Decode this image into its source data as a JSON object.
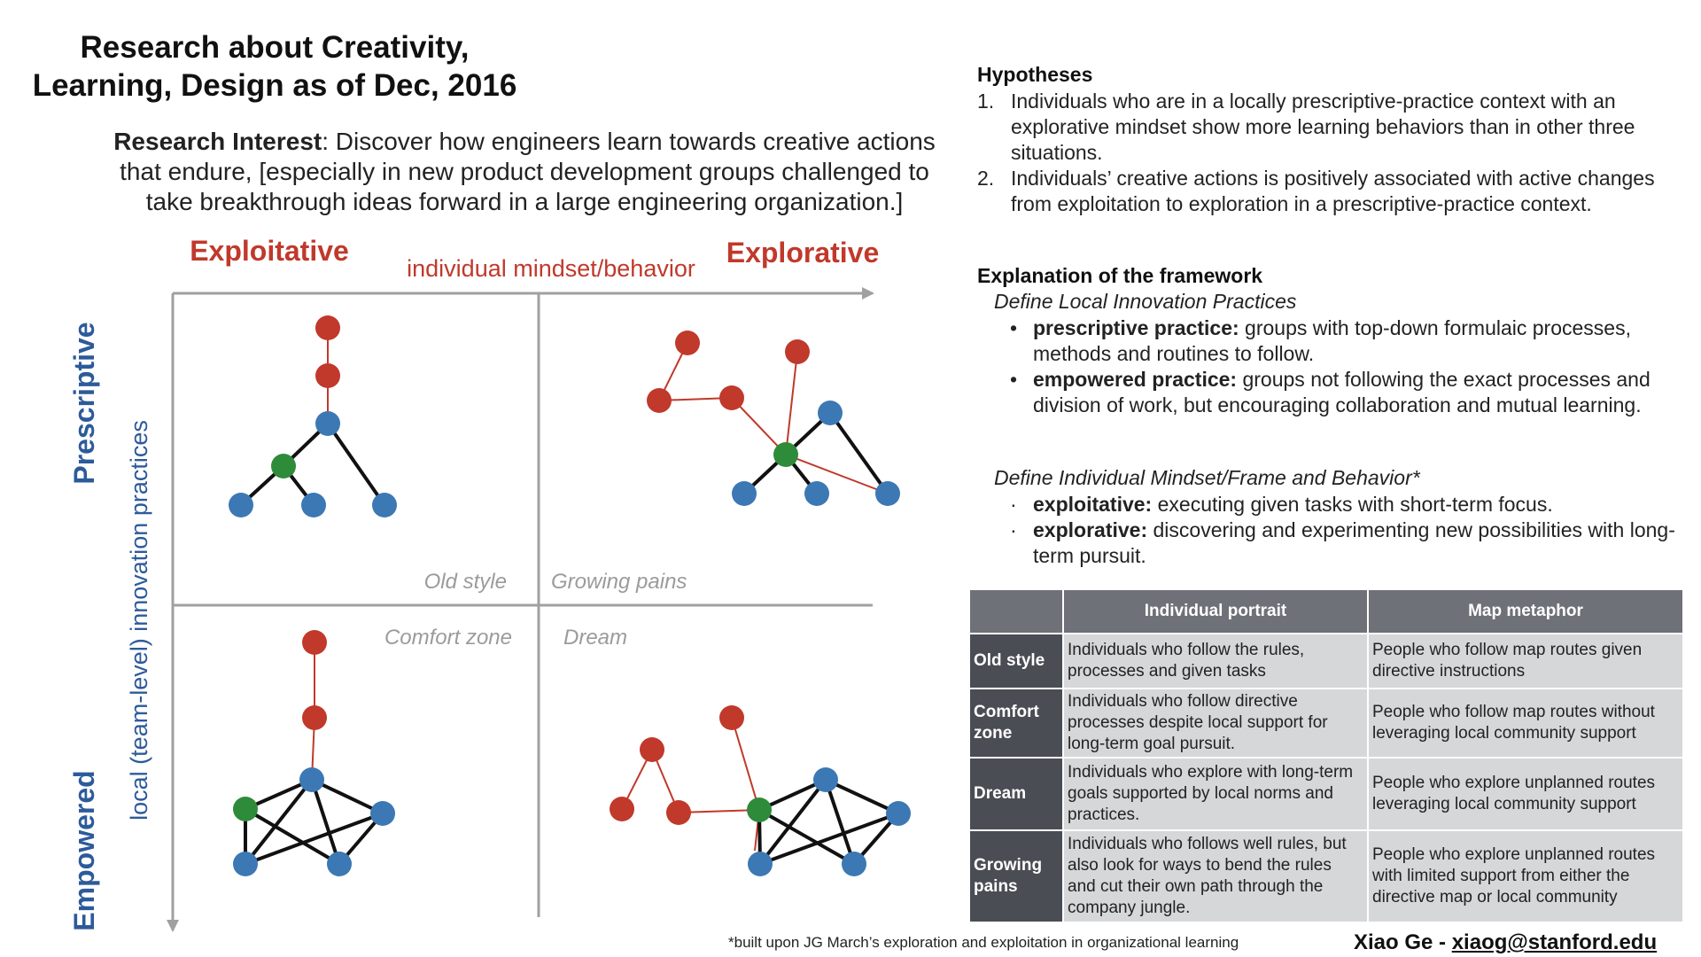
{
  "title": {
    "line1": "Research about Creativity,",
    "line2": "Learning, Design as of Dec, 2016"
  },
  "interest": {
    "label": "Research Interest",
    "text": ": Discover how engineers learn towards creative actions that endure, [especially in new product development groups challenged to take breakthrough ideas forward in a large engineering organization.]"
  },
  "framework": {
    "x_left_label": "Exploitative",
    "x_right_label": "Explorative",
    "x_axis_label": "individual mindset/behavior",
    "y_top_label": "Prescriptive",
    "y_bottom_label": "Empowered",
    "y_axis_label": "local (team-level) innovation practices",
    "quadrants": {
      "old_style": "Old style",
      "growing_pains": "Growing pains",
      "comfort_zone": "Comfort zone",
      "dream": "Dream"
    }
  },
  "hypotheses": {
    "title": "Hypotheses",
    "items": [
      {
        "num": "1.",
        "text": "Individuals who are in a locally prescriptive-practice context with an explorative mindset show more learning behaviors than in other three situations."
      },
      {
        "num": "2.",
        "text": "Individuals’ creative actions is positively associated with active changes from exploitation to exploration in a prescriptive-practice context."
      }
    ]
  },
  "explanation": {
    "title": "Explanation of the framework",
    "practices_heading": "Define Local Innovation Practices",
    "practices": [
      {
        "term": "prescriptive practice:",
        "desc": " groups with top-down formulaic processes, methods and routines to follow."
      },
      {
        "term": "empowered practice:",
        "desc": " groups not following the exact processes and division of work, but encouraging collaboration and mutual learning."
      }
    ],
    "mindset_heading": "Define Individual Mindset/Frame and Behavior*",
    "mindsets": [
      {
        "term": "exploitative:",
        "desc": " executing given tasks with short-term focus."
      },
      {
        "term": "explorative:",
        "desc": " discovering and experimenting new possibilities with long-term pursuit."
      }
    ]
  },
  "table": {
    "headers": [
      "",
      "Individual portrait",
      "Map metaphor"
    ],
    "rows": [
      [
        "Old style",
        "Individuals who follow the rules, processes and given tasks",
        "People who follow map routes given directive instructions"
      ],
      [
        "Comfort zone",
        "Individuals who follow directive processes despite local support for long-term goal pursuit.",
        "People who follow map routes without leveraging local community support"
      ],
      [
        "Dream",
        "Individuals who explore with long-term goals supported by local norms and practices.",
        "People who explore unplanned routes leveraging local community support"
      ],
      [
        "Growing pains",
        "Individuals who follows well rules, but also look for ways to bend the rules and cut their own path through the company jungle.",
        "People who explore unplanned routes with limited support from either the directive map or local community"
      ]
    ]
  },
  "footnote": "*built upon JG March’s exploration and exploitation in organizational learning",
  "author": {
    "name": "Xiao Ge - ",
    "email": "xiaog@stanford.edu"
  },
  "colors": {
    "red": "#c0392b",
    "blue": "#3c78b4",
    "green": "#2e8b3a",
    "navy": "#2d5a9a",
    "gray": "#9b9b9b"
  }
}
